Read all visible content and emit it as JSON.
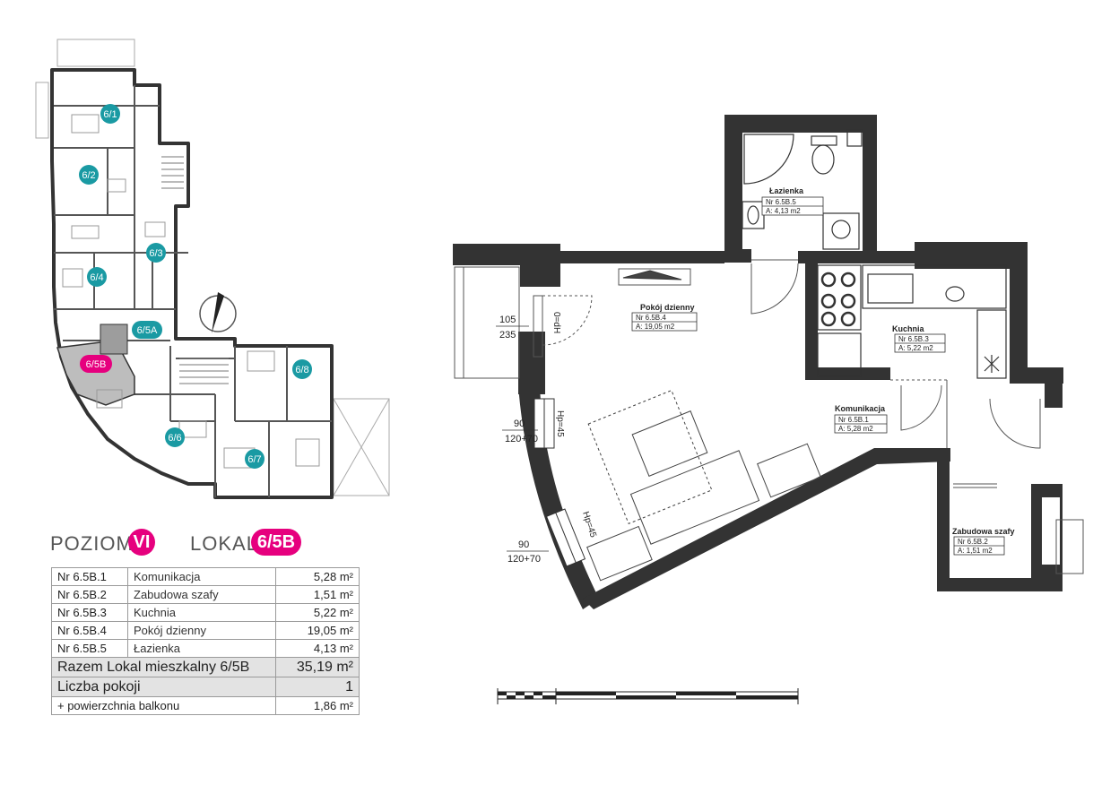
{
  "header": {
    "level_word": "POZIOM",
    "level_value": "VI",
    "unit_word": "LOKAL",
    "unit_value": "6/5B"
  },
  "colors": {
    "accent": "#e6007e",
    "teal": "#1a9aa3",
    "wall": "#333333"
  },
  "key_plan": {
    "units": [
      "6/1",
      "6/2",
      "6/3",
      "6/4",
      "6/5A",
      "6/5B",
      "6/6",
      "6/7",
      "6/8"
    ],
    "selected": "6/5B"
  },
  "rooms_table": {
    "rows": [
      {
        "nr": "Nr 6.5B.1",
        "name": "Komunikacja",
        "area": "5,28 m²"
      },
      {
        "nr": "Nr 6.5B.2",
        "name": "Zabudowa szafy",
        "area": "1,51 m²"
      },
      {
        "nr": "Nr 6.5B.3",
        "name": "Kuchnia",
        "area": "5,22 m²"
      },
      {
        "nr": "Nr 6.5B.4",
        "name": "Pokój dzienny",
        "area": "19,05 m²"
      },
      {
        "nr": "Nr 6.5B.5",
        "name": "Łazienka",
        "area": "4,13 m²"
      }
    ],
    "total_label": "Razem Lokal mieszkalny 6/5B",
    "total_value": "35,19 m²",
    "rooms_label": "Liczba pokoji",
    "rooms_value": "1",
    "balcony_label": "+ powierzchnia balkonu",
    "balcony_value": "1,86 m²"
  },
  "plan_labels": {
    "bath": {
      "name": "Łazienka",
      "nr": "Nr 6.5B.5",
      "area": "A: 4,13 m2"
    },
    "living": {
      "name": "Pokój dzienny",
      "nr": "Nr 6.5B.4",
      "area": "A: 19,05 m2"
    },
    "kitchen": {
      "name": "Kuchnia",
      "nr": "Nr 6.5B.3",
      "area": "A: 5,22 m2"
    },
    "hall": {
      "name": "Komunikacja",
      "nr": "Nr 6.5B.1",
      "area": "A: 5,28 m2"
    },
    "wardrobe": {
      "name": "Zabudowa szafy",
      "nr": "Nr 6.5B.2",
      "area": "A: 1,51 m2"
    }
  },
  "dimensions": {
    "balcony_door_w": "105",
    "balcony_door_h": "235",
    "balcony_sill": "0=dH",
    "window1_w": "90",
    "window1_h": "120+70",
    "window1_sill": "Hp=45",
    "window2_w": "90",
    "window2_h": "120+70",
    "window2_sill": "Hp=45"
  }
}
